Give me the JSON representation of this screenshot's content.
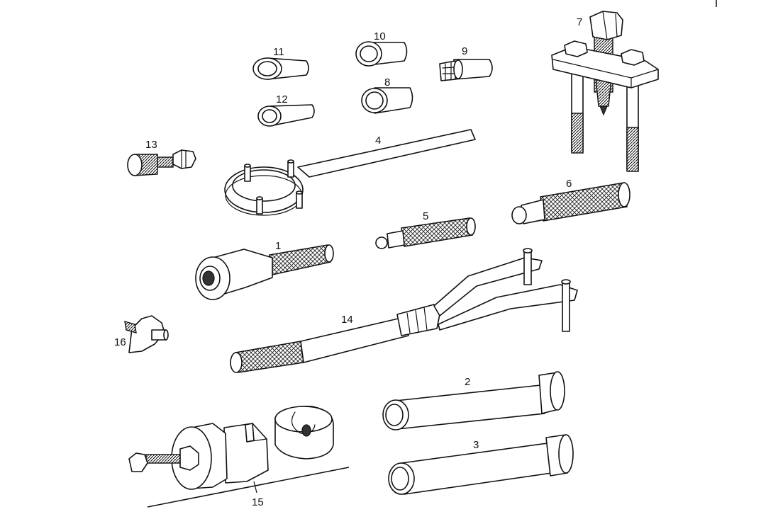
{
  "diagram": {
    "callouts": [
      "1",
      "2",
      "3",
      "4",
      "5",
      "6",
      "7",
      "8",
      "9",
      "10",
      "11",
      "12",
      "13",
      "14",
      "15",
      "16"
    ]
  }
}
